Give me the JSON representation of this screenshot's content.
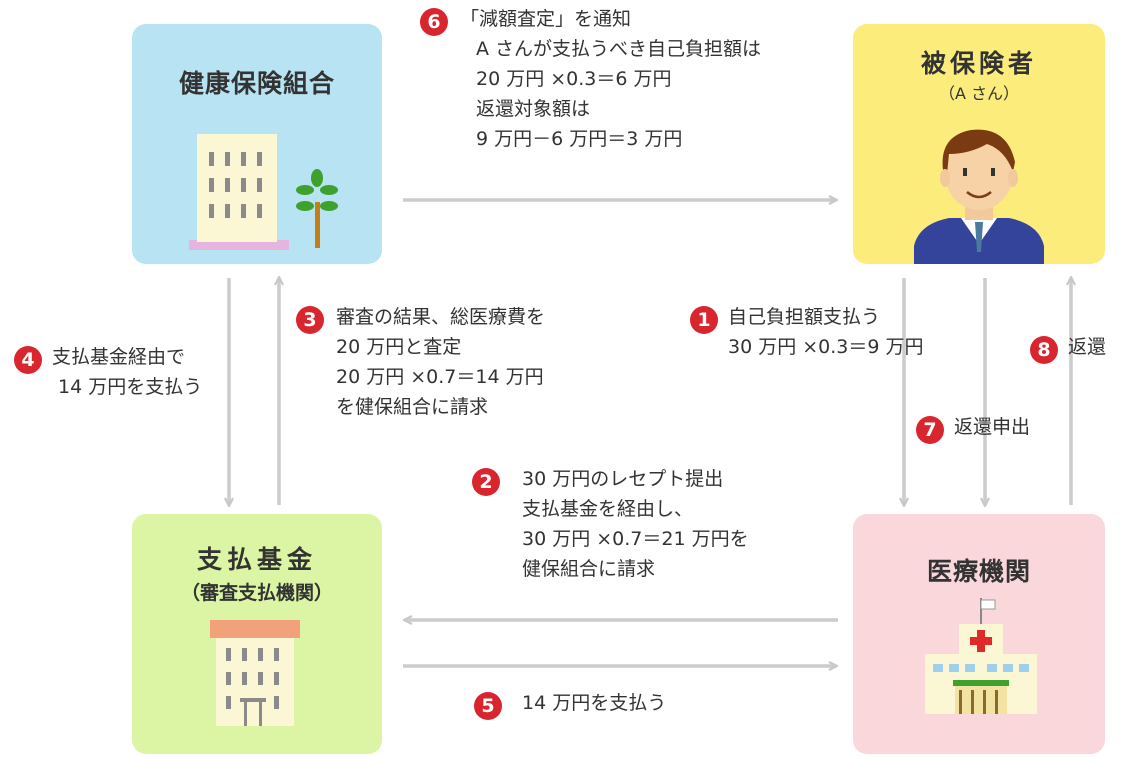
{
  "entities": {
    "insurer": {
      "title": "健康保険組合"
    },
    "insured": {
      "title": "被保険者",
      "subtitle": "（A さん）"
    },
    "fund": {
      "title": "支払基金",
      "subtitle": "（審査支払機関）"
    },
    "medical": {
      "title": "医療機関"
    }
  },
  "steps": {
    "s1": {
      "num": "1",
      "lines": [
        "自己負担額支払う",
        "30 万円 ×0.3＝9 万円"
      ]
    },
    "s2": {
      "num": "2",
      "lines": [
        "30 万円のレセプト提出",
        "支払基金を経由し、",
        "30 万円 ×0.7＝21 万円を",
        "健保組合に請求"
      ]
    },
    "s3": {
      "num": "3",
      "lines": [
        "審査の結果、総医療費を",
        "20 万円と査定",
        "20 万円 ×0.7＝14 万円",
        "を健保組合に請求"
      ]
    },
    "s4": {
      "num": "4",
      "lines": [
        "支払基金経由で",
        "14 万円を支払う"
      ]
    },
    "s5": {
      "num": "5",
      "lines": [
        "14 万円を支払う"
      ]
    },
    "s6": {
      "num": "6",
      "lines": [
        "「減額査定」を通知",
        "A さんが支払うべき自己負担額は",
        "20 万円 ×0.3＝6 万円",
        "返還対象額は",
        "9 万円－6 万円＝3 万円"
      ]
    },
    "s7": {
      "num": "7",
      "lines": [
        "返還申出"
      ]
    },
    "s8": {
      "num": "8",
      "lines": [
        "返還"
      ]
    }
  },
  "colors": {
    "insurer_bg": "#b7e3f2",
    "insured_bg": "#fcec7c",
    "fund_bg": "#dcf5a4",
    "medical_bg": "#f9d7db",
    "arrow": "#cccccc",
    "badge": "#d9252e"
  }
}
